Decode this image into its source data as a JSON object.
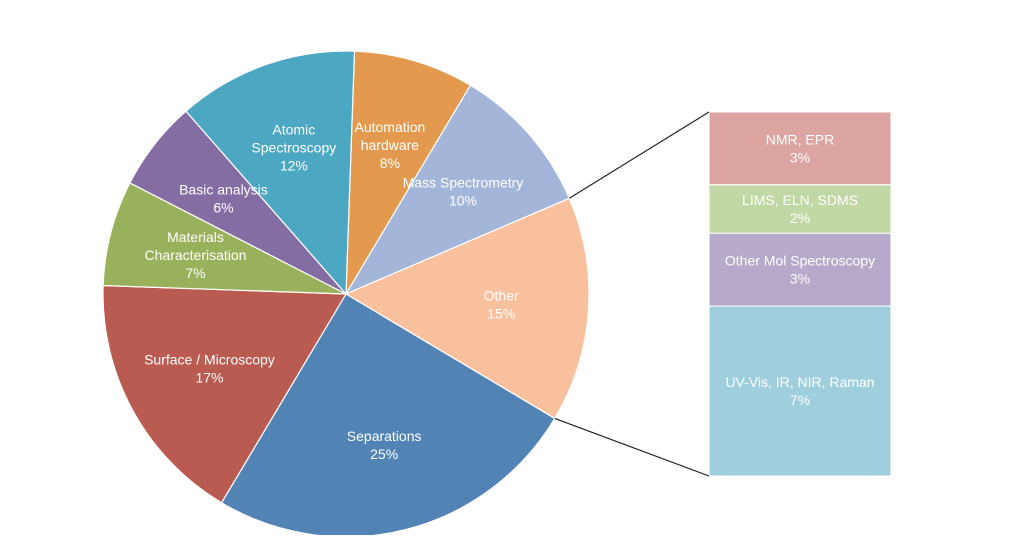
{
  "chart_data": {
    "type": "pie",
    "variant": "bar-of-pie",
    "title": "",
    "slices": [
      {
        "lines": [
          "Automation",
          "hardware",
          "8%"
        ],
        "value": 8,
        "color": "#E39A4F"
      },
      {
        "lines": [
          "Mass Spectrometry",
          "10%"
        ],
        "value": 10,
        "color": "#A3B6D9"
      },
      {
        "lines": [
          "Other",
          "15%"
        ],
        "value": 15,
        "color": "#F9C09E"
      },
      {
        "lines": [
          "Separations",
          "25%"
        ],
        "value": 25,
        "color": "#5283B5"
      },
      {
        "lines": [
          "Surface / Microscopy",
          "17%"
        ],
        "value": 17,
        "color": "#B95B51"
      },
      {
        "lines": [
          "Materials",
          "Characterisation",
          "7%"
        ],
        "value": 7,
        "color": "#9AB15C"
      },
      {
        "lines": [
          "Basic analysis",
          "6%"
        ],
        "value": 6,
        "color": "#846DA3"
      },
      {
        "lines": [
          "Atomic",
          "Spectroscopy",
          "12%"
        ],
        "value": 12,
        "color": "#4CA7C2"
      }
    ],
    "breakdown_of": "Other",
    "breakdown": [
      {
        "lines": [
          "NMR, EPR",
          "3%"
        ],
        "value": 3,
        "color": "#DCA5A2"
      },
      {
        "lines": [
          "LIMS, ELN, SDMS",
          "2%"
        ],
        "value": 2,
        "color": "#C2D8A4"
      },
      {
        "lines": [
          "Other Mol Spectroscopy",
          "3%"
        ],
        "value": 3,
        "color": "#B7A9C9"
      },
      {
        "lines": [
          "UV-Vis, IR, NIR, Raman",
          "7%"
        ],
        "value": 7,
        "color": "#9FCEDD"
      }
    ]
  }
}
